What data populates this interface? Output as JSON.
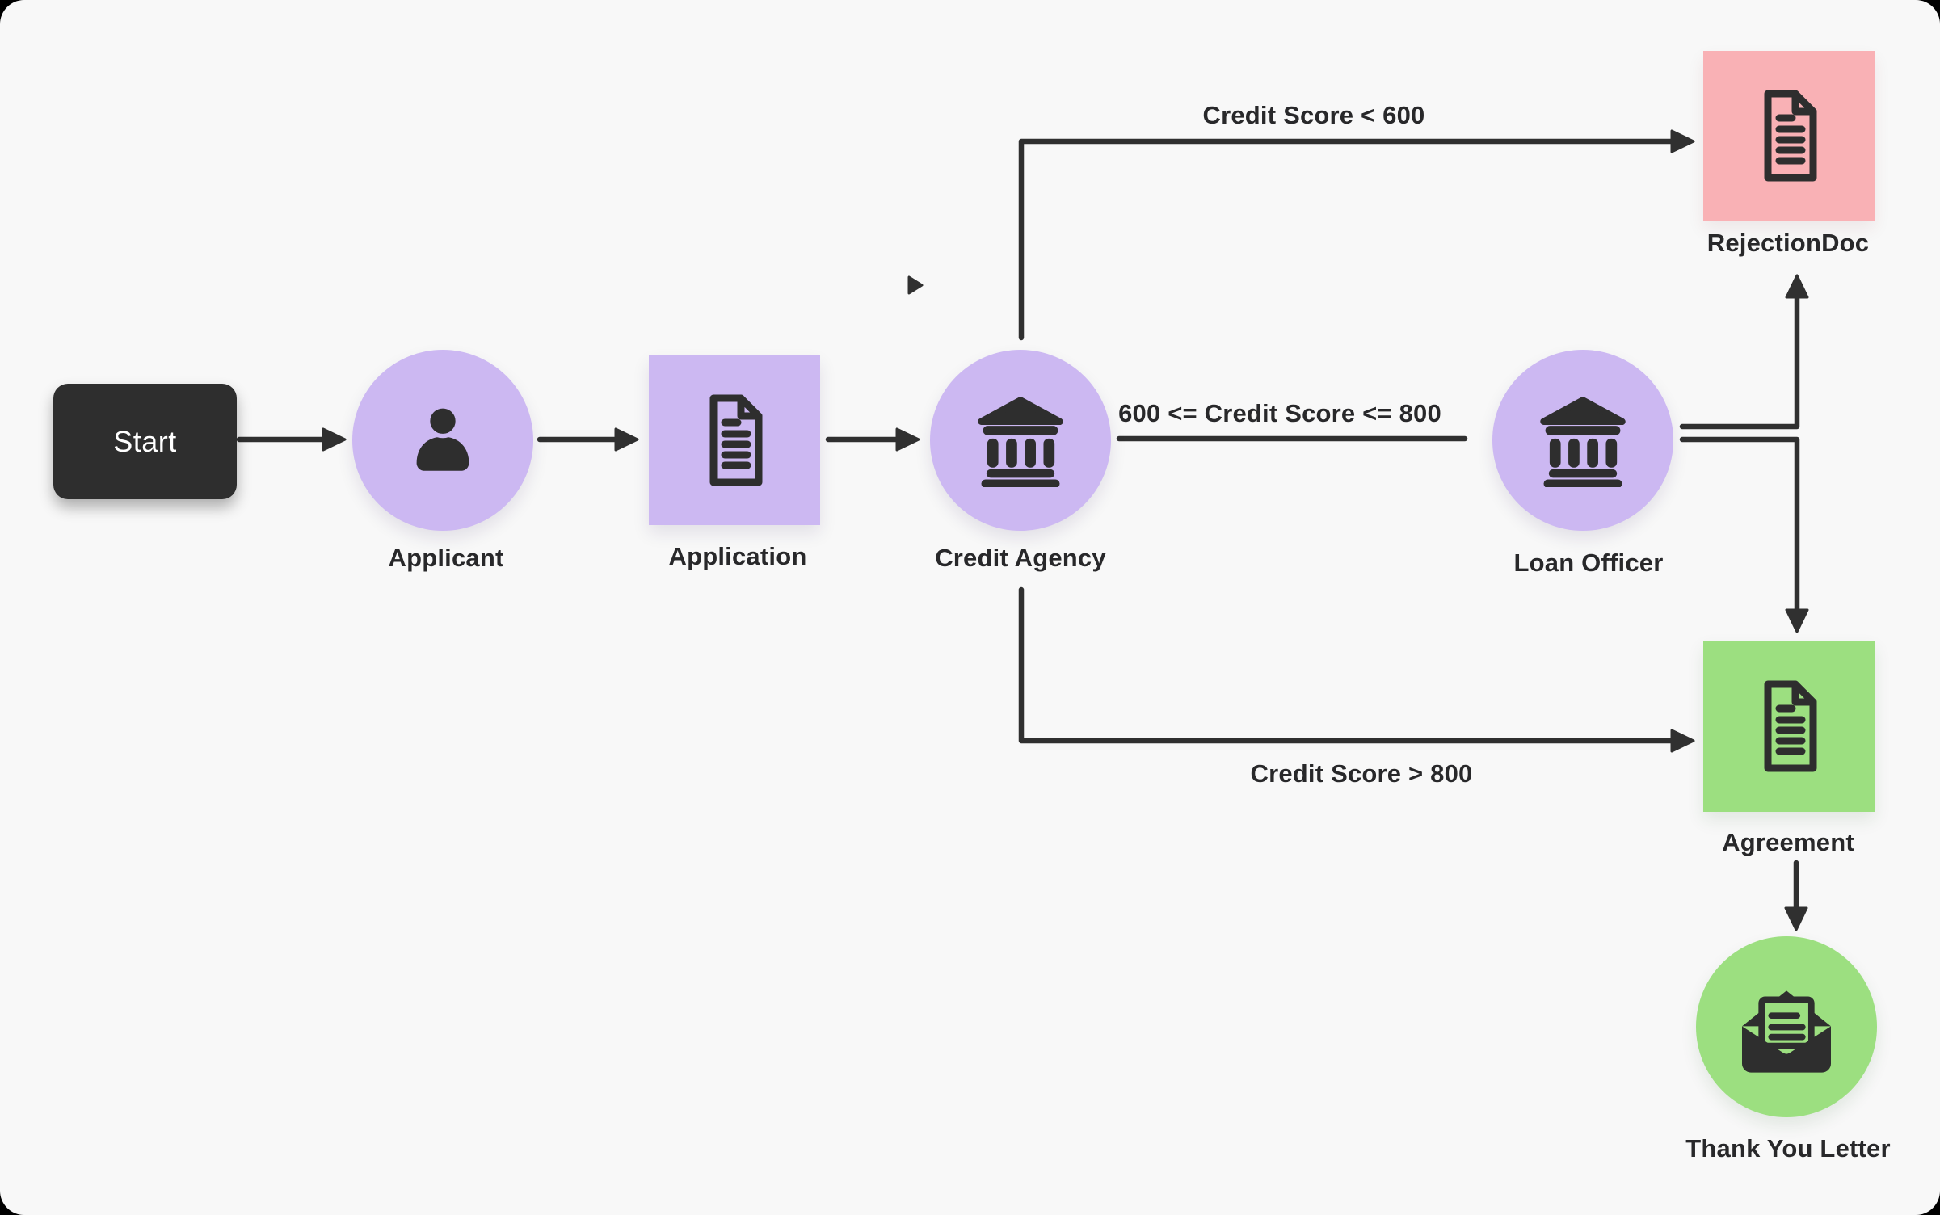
{
  "diagram": {
    "start": {
      "label": "Start"
    },
    "nodes": {
      "applicant": {
        "label": "Applicant",
        "icon": "person-icon"
      },
      "application": {
        "label": "Application",
        "icon": "document-icon"
      },
      "credit_agency": {
        "label": "Credit Agency",
        "icon": "bank-icon"
      },
      "loan_officer": {
        "label": "Loan Officer",
        "icon": "bank-icon"
      },
      "rejection_doc": {
        "label": "RejectionDoc",
        "icon": "document-icon"
      },
      "agreement": {
        "label": "Agreement",
        "icon": "document-icon"
      },
      "thank_you": {
        "label": "Thank You Letter",
        "icon": "open-envelope-icon"
      }
    },
    "edge_labels": {
      "credit_low": "Credit Score < 600",
      "credit_mid": "600 <= Credit Score <= 800",
      "credit_high": "Credit Score > 800"
    },
    "colors": {
      "background": "#f8f8f8",
      "purple": "#ccb8f2",
      "pink": "#f9b1b5",
      "green": "#9cdf80",
      "dark": "#2e2e2e",
      "line": "#303030"
    }
  }
}
